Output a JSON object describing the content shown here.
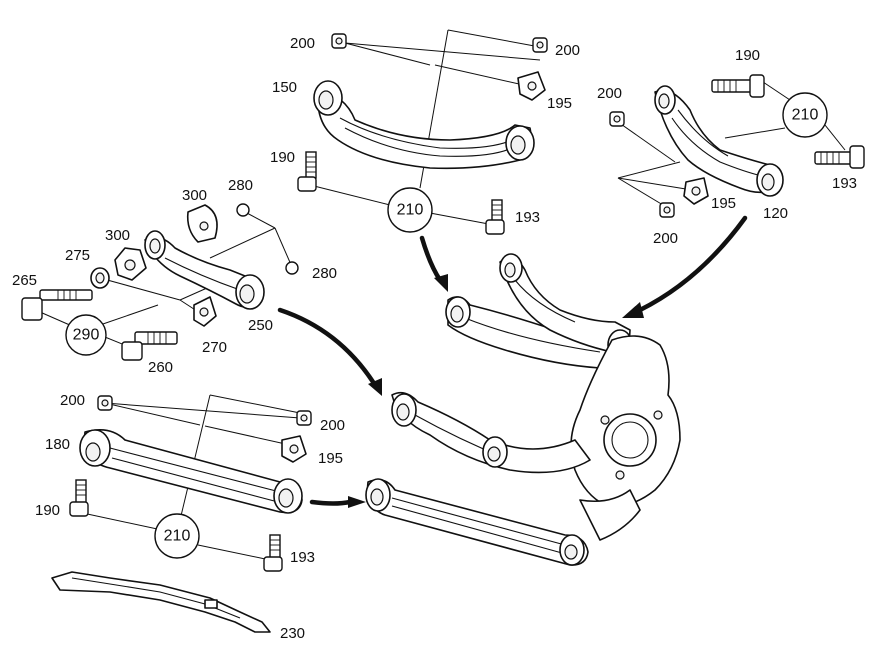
{
  "labels": {
    "l200_a": "200",
    "l200_b": "200",
    "l195_a": "195",
    "l150": "150",
    "l190_a": "190",
    "l210_a": "210",
    "l193_a": "193",
    "l190_b": "190",
    "l200_c": "200",
    "l210_b": "210",
    "l193_b": "193",
    "l195_b": "195",
    "l200_d": "200",
    "l120": "120",
    "l300_a": "300",
    "l280_a": "280",
    "l300_b": "300",
    "l275": "275",
    "l265": "265",
    "l280_b": "280",
    "l290": "290",
    "l250": "250",
    "l270": "270",
    "l260": "260",
    "l200_e": "200",
    "l200_f": "200",
    "l180": "180",
    "l195_c": "195",
    "l190_c": "190",
    "l210_c": "210",
    "l193_c": "193",
    "l230": "230"
  }
}
